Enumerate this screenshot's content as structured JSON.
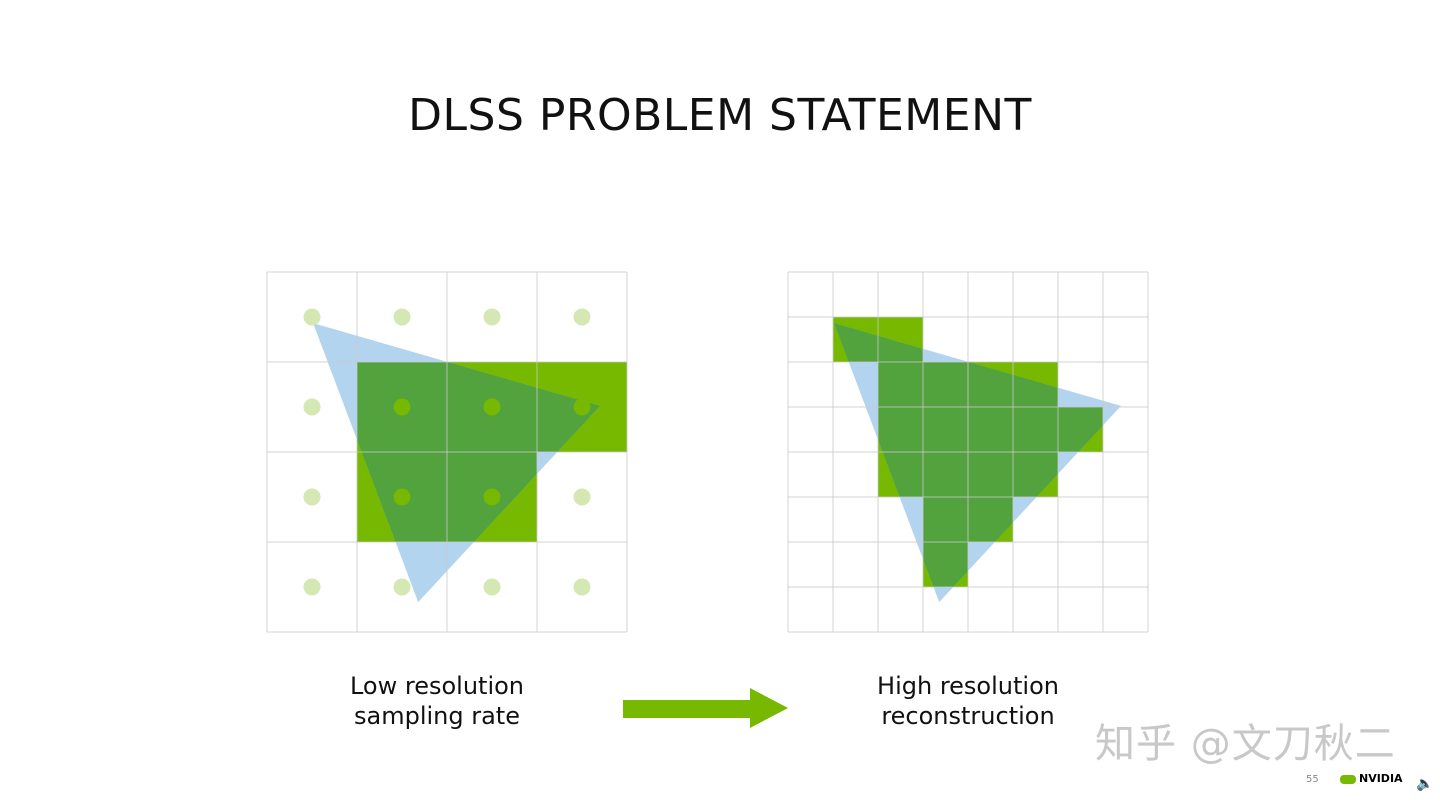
{
  "title": "DLSS PROBLEM STATEMENT",
  "colors": {
    "green": "#76b900",
    "triangle": "#9ec8ea",
    "overlap": "#52a23e",
    "dot": "#d5e8b4",
    "grid": "#c8c8cc"
  },
  "left_panel": {
    "caption_line1": "Low resolution",
    "caption_line2": "sampling rate",
    "grid_size": 4,
    "filled_cells": [
      [
        1,
        1
      ],
      [
        2,
        1
      ],
      [
        3,
        1
      ],
      [
        1,
        2
      ],
      [
        2,
        2
      ]
    ],
    "sample_dots": true
  },
  "right_panel": {
    "caption_line1": "High resolution",
    "caption_line2": "reconstruction",
    "grid_size": 8,
    "filled_cells": [
      [
        1,
        1
      ],
      [
        2,
        1
      ],
      [
        2,
        2
      ],
      [
        3,
        2
      ],
      [
        4,
        2
      ],
      [
        5,
        2
      ],
      [
        2,
        3
      ],
      [
        3,
        3
      ],
      [
        4,
        3
      ],
      [
        5,
        3
      ],
      [
        6,
        3
      ],
      [
        2,
        4
      ],
      [
        3,
        4
      ],
      [
        4,
        4
      ],
      [
        5,
        4
      ],
      [
        3,
        5
      ],
      [
        4,
        5
      ],
      [
        3,
        6
      ]
    ],
    "sample_dots": false
  },
  "arrow_icon": "right-arrow",
  "footer": {
    "watermark": "知乎 @文刀秋二",
    "page_number": "55",
    "logo_text": "NVIDIA",
    "speaker_icon": "speaker-icon"
  }
}
